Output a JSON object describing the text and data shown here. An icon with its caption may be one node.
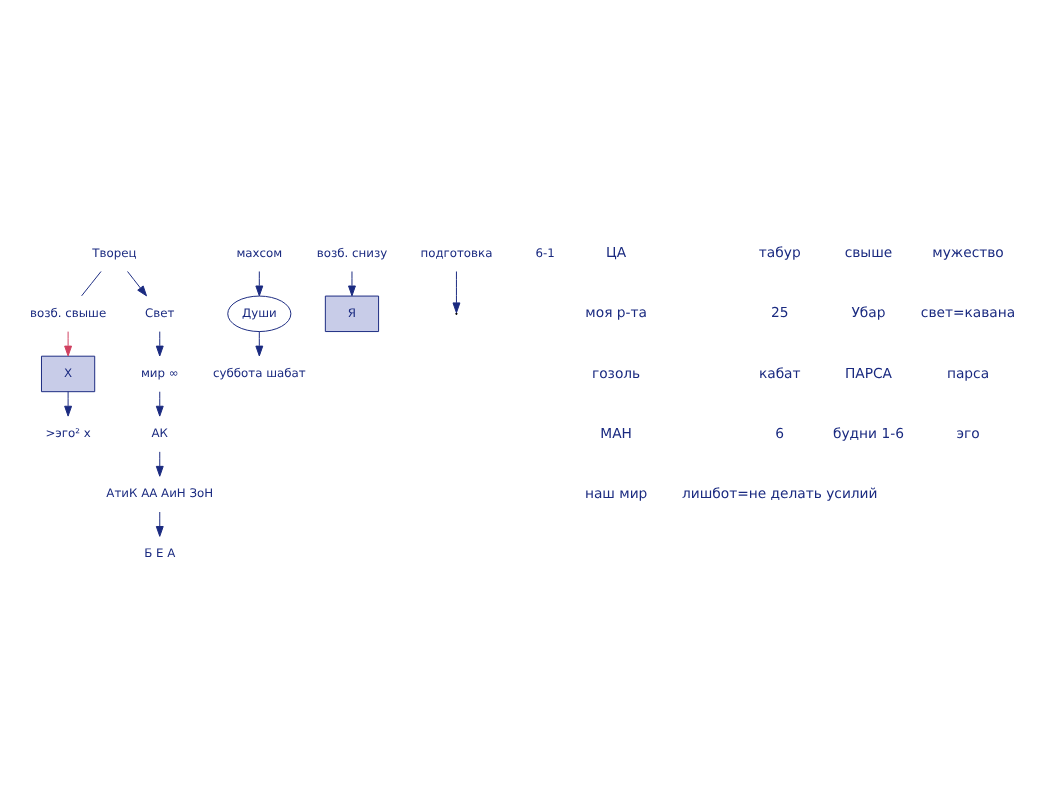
{
  "diagram": {
    "nodes": [
      {
        "text": [
          "Творец"
        ]
      },
      {
        "text": [
          "возб. свыше"
        ]
      },
      {
        "text": [
          "Свет"
        ]
      },
      {
        "text": [
          "мир ∞"
        ]
      },
      {
        "text": [
          "АК"
        ]
      },
      {
        "text": [
          "АтиК АА АиН ЗоН"
        ]
      },
      {
        "text": [
          "Б Е А"
        ]
      },
      {
        "text": [
          "Души"
        ]
      },
      {
        "text": [
          "суббота шабат"
        ]
      },
      {
        "text": [
          "Я"
        ]
      },
      {
        "text": [
          "возб. снизу"
        ]
      },
      {
        "text": [
          "Х"
        ]
      },
      {
        "text": [
          "подготовка"
        ]
      },
      {
        "text": [
          "махсом"
        ]
      },
      {
        "text": [
          ">эго² x"
        ]
      },
      {
        "text": [
          "6-1"
        ]
      }
    ],
    "edges": [
      {
        "from": 0,
        "to": 1,
        "arrow": "none"
      },
      {
        "from": 1,
        "to": 11,
        "arrow": "to",
        "color": "#d04060"
      },
      {
        "from": 0,
        "to": 2,
        "arrow": "to"
      },
      {
        "from": 2,
        "to": 3,
        "arrow": "to"
      },
      {
        "from": 3,
        "to": 4,
        "arrow": "to"
      },
      {
        "from": 4,
        "to": 5,
        "arrow": "to"
      },
      {
        "from": 5,
        "to": 6,
        "arrow": "to"
      },
      {
        "from": 7,
        "to": 8,
        "arrow": "to"
      },
      {
        "from": 13,
        "to": 7,
        "arrow": "to"
      },
      {
        "from": 10,
        "to": 9,
        "arrow": "to"
      },
      {
        "from": 11,
        "to": 14,
        "arrow": "to"
      },
      {
        "from": 12,
        "to": null,
        "arrow": "to"
      }
    ],
    "labels": [
      "ЦА",
      "табур",
      "свыше",
      "мужество",
      "моя р-та",
      "25",
      "Убар",
      "свет=кавана",
      "гозоль",
      "кабат",
      "ПАРСА",
      "парса",
      "МАН",
      "6",
      "будни 1-6",
      "эго",
      "наш мир",
      "лишбот=не делать усилий"
    ]
  }
}
